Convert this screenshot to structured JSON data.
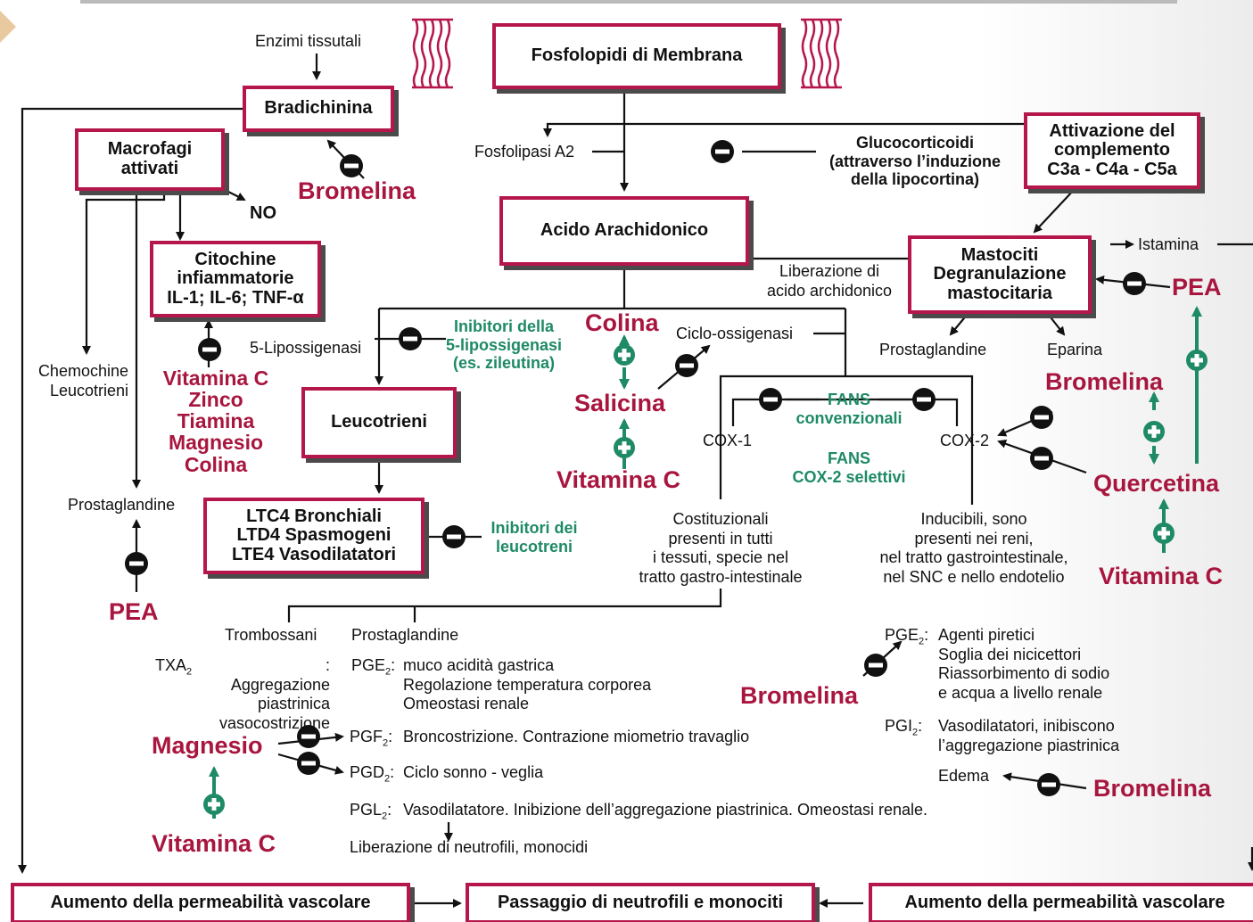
{
  "boxes": {
    "fosfolipidi": "Fosfolopidi di Membrana",
    "bradichinina": "Bradichinina",
    "macrofagi": "Macrofagi\nattivati",
    "citochine": "Citochine\ninfiammatorie\nIL-1; IL-6; TNF-α",
    "acido_arachidonico": "Acido Arachidonico",
    "complemento": "Attivazione del\ncomplemento\nC3a - C4a - C5a",
    "mastociti": "Mastociti\nDegranulazione\nmastocitaria",
    "leucotrieni": "Leucotrieni",
    "ltc4": "LTC4 Bronchiali\nLTD4 Spasmogeni\nLTE4 Vasodilatatori",
    "perm_left": "Aumento della permeabilità vascolare",
    "passaggio": "Passaggio di neutrofili e monociti",
    "perm_right": "Aumento della permeabilità vascolare"
  },
  "labels": {
    "enzimi": "Enzimi tissutali",
    "no": "NO",
    "fosfolipasi": "Fosfolipasi A2",
    "glucocorticoidi": "Glucocorticoidi\n(attraverso l’induzione\ndella lipocortina)",
    "istamina": "Istamina",
    "liberazione": "Liberazione di\nacido archidonico",
    "prostaglandine_mast": "Prostaglandine",
    "eparina": "Eparina",
    "lipossigenasi": "5-Lipossigenasi",
    "ciclo": "Ciclo-ossigenasi",
    "chemochine": "Chemochine\nLeucotrieni",
    "prostaglandine_left": "Prostaglandine",
    "cox1": "COX-1",
    "cox2": "COX-2",
    "costituzionali": "Costituzionali\npresenti in tutti\ni tessuti, specie nel\ntratto gastro-intestinale",
    "inducibili": "Inducibili, sono\npresenti nei reni,\nnel tratto gastrointestinale,\nnel SNC e nello endotelio",
    "trombossani": "Trombossani",
    "prostaglandine_mid": "Prostaglandine",
    "txa2": "TXA",
    "txa2_text": ": Aggregazione\npiastrinica\nvasocostrizione",
    "pge2": "PGE",
    "pge2_text": "muco  acidità gastrica\nRegolazione temperatura corporea\nOmeostasi renale",
    "pgf2": "PGF",
    "pgf2_text": "Broncostrizione. Contrazione miometrio travaglio",
    "pgd2": "PGD",
    "pgd2_text": "Ciclo sonno - veglia",
    "pgl2": "PGL",
    "pgl2_text": "Vasodilatatore. Inibizione dell’aggregazione piastrinica. Omeostasi renale.",
    "liberazione_neutrofili": "Liberazione di neutrofili, monocidi",
    "pge2_right": "PGE",
    "pge2_right_text": "Agenti piretici\nSoglia dei nicicettori\nRiassorbimento di sodio\ne acqua a livello renale",
    "pgi2": "PGI",
    "pgi2_text": "Vasodilatatori, inibiscono\nl’aggregazione piastrinica",
    "edema": "Edema",
    "sub2": "2"
  },
  "green_labels": {
    "inibitori_lipo": "Inibitori della\n5-lipossigenasi\n(es. zileutina)",
    "inibitori_leuco": "Inibitori dei\nleucotreni",
    "fans_conv": "FANS\nconvenzionali",
    "fans_cox2": "FANS\nCOX-2 selettivi"
  },
  "molecules": {
    "bromelina_1": "Bromelina",
    "vit_group": "Vitamina C\nZinco\nTiamina\nMagnesio\nColina",
    "pea_left": "PEA",
    "colina": "Colina",
    "salicina": "Salicina",
    "vitamina_c_mid": "Vitamina C",
    "pea_right": "PEA",
    "bromelina_2": "Bromelina",
    "quercetina": "Quercetina",
    "vitamina_c_right": "Vitamina C",
    "bromelina_3": "Bromelina",
    "magnesio": "Magnesio",
    "vitamina_c_bottom": "Vitamina C",
    "bromelina_4": "Bromelina"
  },
  "colors": {
    "box_border": "#b5174b",
    "molecule": "#a8163f",
    "promoter": "#1e8a66",
    "line": "#111111"
  },
  "icons": {
    "inhibitor": "minus-circle-icon",
    "promoter": "plus-circle-icon",
    "membrane": "phospholipid-bilayer-icon"
  }
}
